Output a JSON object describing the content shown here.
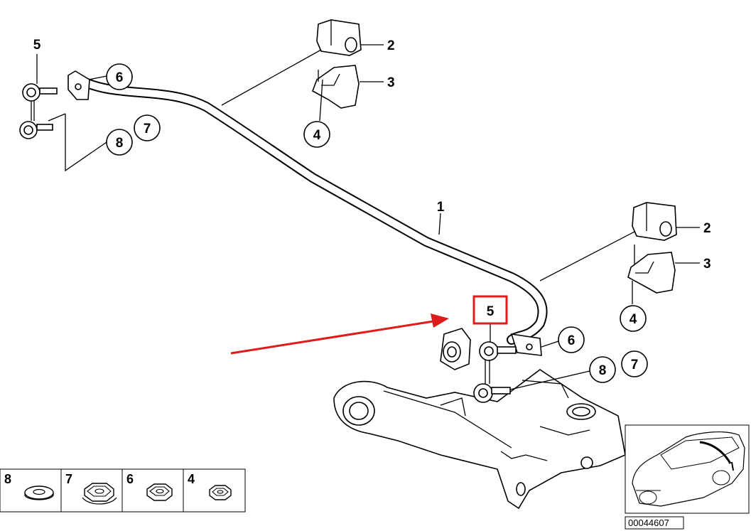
{
  "callouts": {
    "bar": "1",
    "bushing_top": "2",
    "bracket_top": "3",
    "nut_top": "4",
    "link_left": "5",
    "washer_left": "6",
    "nut_left_7": "7",
    "washer_left_8": "8",
    "bushing_right": "2",
    "bracket_right": "3",
    "nut_right": "4",
    "link_right": "5",
    "washer_right": "6",
    "nut_right_7": "7",
    "washer_right_8": "8"
  },
  "legend": [
    {
      "num": "8",
      "icon": "washer-icon"
    },
    {
      "num": "7",
      "icon": "hex-nut-large-icon"
    },
    {
      "num": "6",
      "icon": "hex-nut-icon"
    },
    {
      "num": "4",
      "icon": "hex-nut-small-icon"
    }
  ],
  "part_number": "00044607",
  "colors": {
    "highlight": "#e01b1b",
    "line": "#000000"
  }
}
